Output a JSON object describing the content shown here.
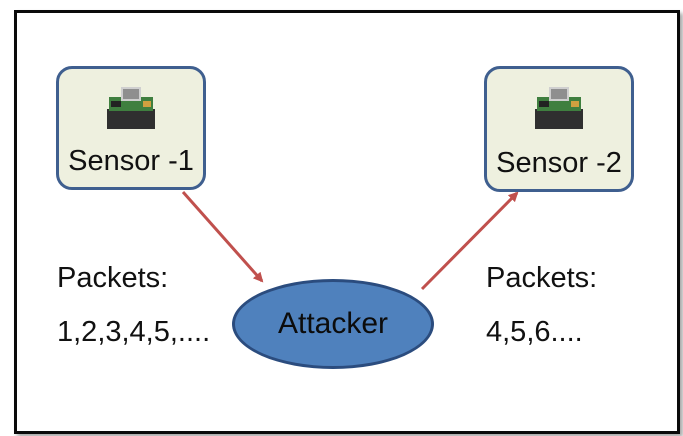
{
  "nodes": {
    "sensor_1": {
      "label": "Sensor -1"
    },
    "sensor_2": {
      "label": "Sensor -2"
    },
    "attacker": {
      "label": "Attacker"
    }
  },
  "packets_left": {
    "title": "Packets:",
    "values": "1,2,3,4,5,...."
  },
  "packets_right": {
    "title": "Packets:",
    "values": "4,5,6...."
  },
  "colors": {
    "node_fill": "#eef0df",
    "node_border": "#3f5f8f",
    "attacker_fill": "#4f81bd",
    "arrow": "#c0504d"
  },
  "icons": {
    "sensor_device": "sensor-board-icon"
  }
}
